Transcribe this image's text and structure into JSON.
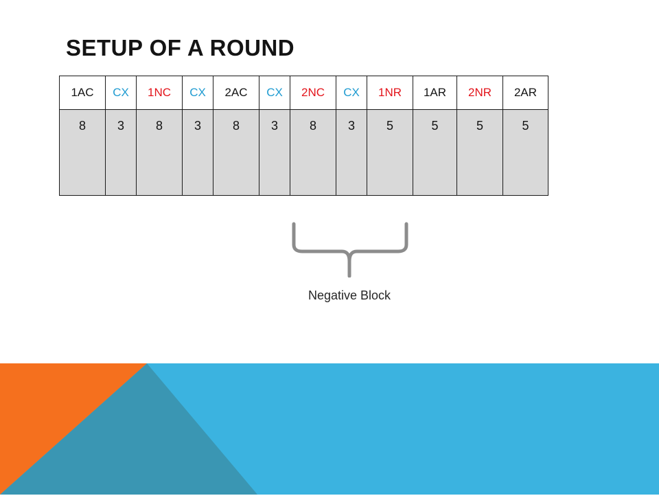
{
  "slide": {
    "title": "SETUP OF A ROUND",
    "brace_label": "Negative Block"
  },
  "colors": {
    "black": "#141414",
    "blue": "#1f9bd1",
    "red": "#e3141b",
    "cell_fill": "#d9d9d9",
    "footer_blue": "#3bb3e0",
    "footer_orange": "#f5701e",
    "footer_teal": "#3a96b3",
    "brace": "#8c8c8c"
  },
  "table": {
    "columns": [
      {
        "label": "1AC",
        "color": "#141414",
        "value": "8"
      },
      {
        "label": "CX",
        "color": "#1f9bd1",
        "value": "3"
      },
      {
        "label": "1NC",
        "color": "#e3141b",
        "value": "8"
      },
      {
        "label": "CX",
        "color": "#1f9bd1",
        "value": "3"
      },
      {
        "label": "2AC",
        "color": "#141414",
        "value": "8"
      },
      {
        "label": "CX",
        "color": "#1f9bd1",
        "value": "3"
      },
      {
        "label": "2NC",
        "color": "#e3141b",
        "value": "8"
      },
      {
        "label": "CX",
        "color": "#1f9bd1",
        "value": "3"
      },
      {
        "label": "1NR",
        "color": "#e3141b",
        "value": "5"
      },
      {
        "label": "1AR",
        "color": "#141414",
        "value": "5"
      },
      {
        "label": "2NR",
        "color": "#e3141b",
        "value": "5"
      },
      {
        "label": "2AR",
        "color": "#141414",
        "value": "5"
      }
    ]
  },
  "icons": {
    "brace": "curly-brace-icon"
  }
}
